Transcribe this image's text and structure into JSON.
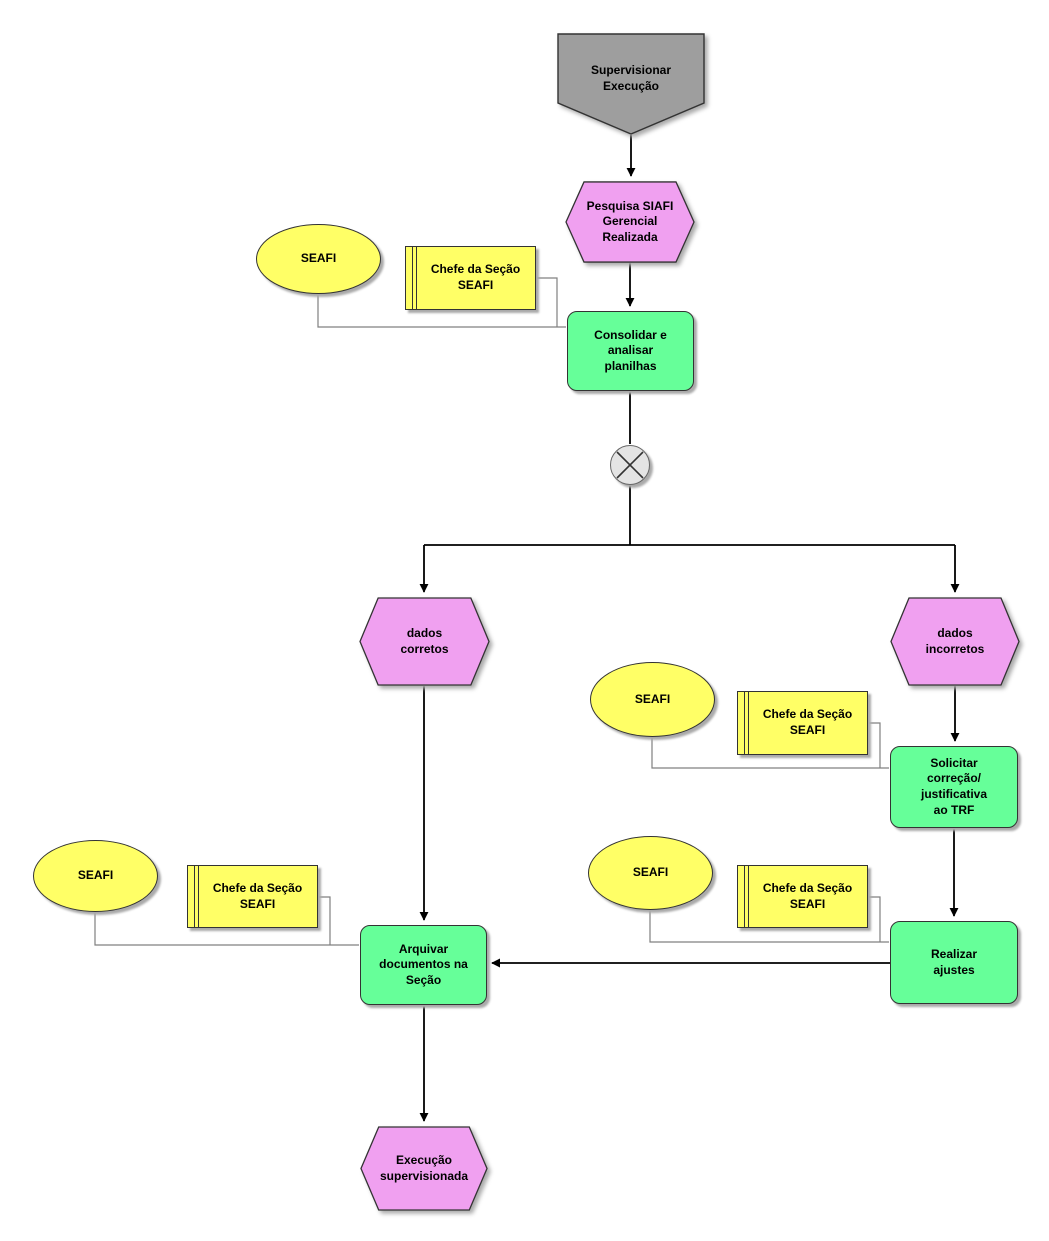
{
  "diagram": {
    "type": "EPC flowchart",
    "language": "pt-BR"
  },
  "colors": {
    "background": "#FFFFFF",
    "event_fill": "#F0A0F0",
    "function_fill": "#66FF99",
    "org_fill": "#FFFF66",
    "interface_fill": "#9E9E9E",
    "xor_fill": "#E4E4E4",
    "border": "#333333",
    "flow_line": "#000000",
    "org_line": "#808080",
    "shadow": "#AAAAAA"
  },
  "nodes": {
    "interface_start": {
      "type": "process-interface",
      "label": "Supervisionar\nExecução"
    },
    "event_pesquisa": {
      "type": "event",
      "label": "Pesquisa SIAFI\nGerencial\nRealizada"
    },
    "org_seafi_1": {
      "type": "org-unit",
      "label": "SEAFI"
    },
    "role_chefe_1": {
      "type": "position",
      "label": "Chefe da Seção\nSEAFI"
    },
    "func_consolidar": {
      "type": "function",
      "label": "Consolidar e\nanalisar\nplanilhas"
    },
    "xor": {
      "type": "xor-connector",
      "label": ""
    },
    "event_dados_corretos": {
      "type": "event",
      "label": "dados\ncorretos"
    },
    "event_dados_incorretos": {
      "type": "event",
      "label": "dados\nincorretos"
    },
    "org_seafi_2": {
      "type": "org-unit",
      "label": "SEAFI"
    },
    "role_chefe_2": {
      "type": "position",
      "label": "Chefe da Seção\nSEAFI"
    },
    "func_solicitar": {
      "type": "function",
      "label": "Solicitar\ncorreção/\njustificativa\nao TRF"
    },
    "org_seafi_3": {
      "type": "org-unit",
      "label": "SEAFI"
    },
    "role_chefe_3": {
      "type": "position",
      "label": "Chefe da Seção\nSEAFI"
    },
    "func_realizar": {
      "type": "function",
      "label": "Realizar\najustes"
    },
    "org_seafi_4": {
      "type": "org-unit",
      "label": "SEAFI"
    },
    "role_chefe_4": {
      "type": "position",
      "label": "Chefe da Seção\nSEAFI"
    },
    "func_arquivar": {
      "type": "function",
      "label": "Arquivar\ndocumentos na\nSeção"
    },
    "event_final": {
      "type": "event",
      "label": "Execução\nsupervisionada"
    }
  }
}
